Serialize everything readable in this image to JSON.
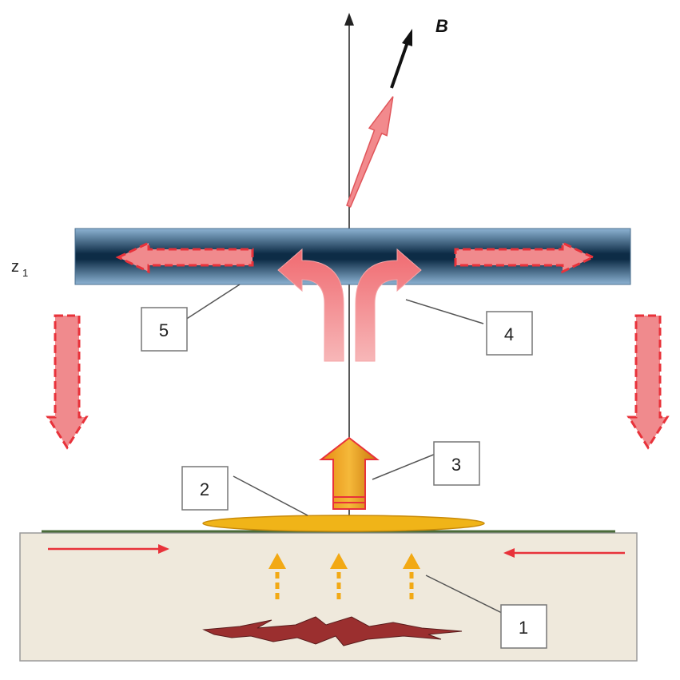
{
  "diagram": {
    "field_label": "B",
    "layer_label": "z",
    "layer_label_subscript": "1",
    "callouts": [
      "1",
      "2",
      "3",
      "4",
      "5"
    ]
  },
  "colors": {
    "ground": "#efe9dc",
    "ground_line": "#4a6b3a",
    "layer_dark": "#0f2f4a",
    "layer_light": "#7fa7c8",
    "red_arrow": "#e8323a",
    "pink_arrow": "#f28a8d",
    "orange_arrow": "#f2a214",
    "lens": "#f0b418",
    "crack": "#9b2f2f"
  }
}
